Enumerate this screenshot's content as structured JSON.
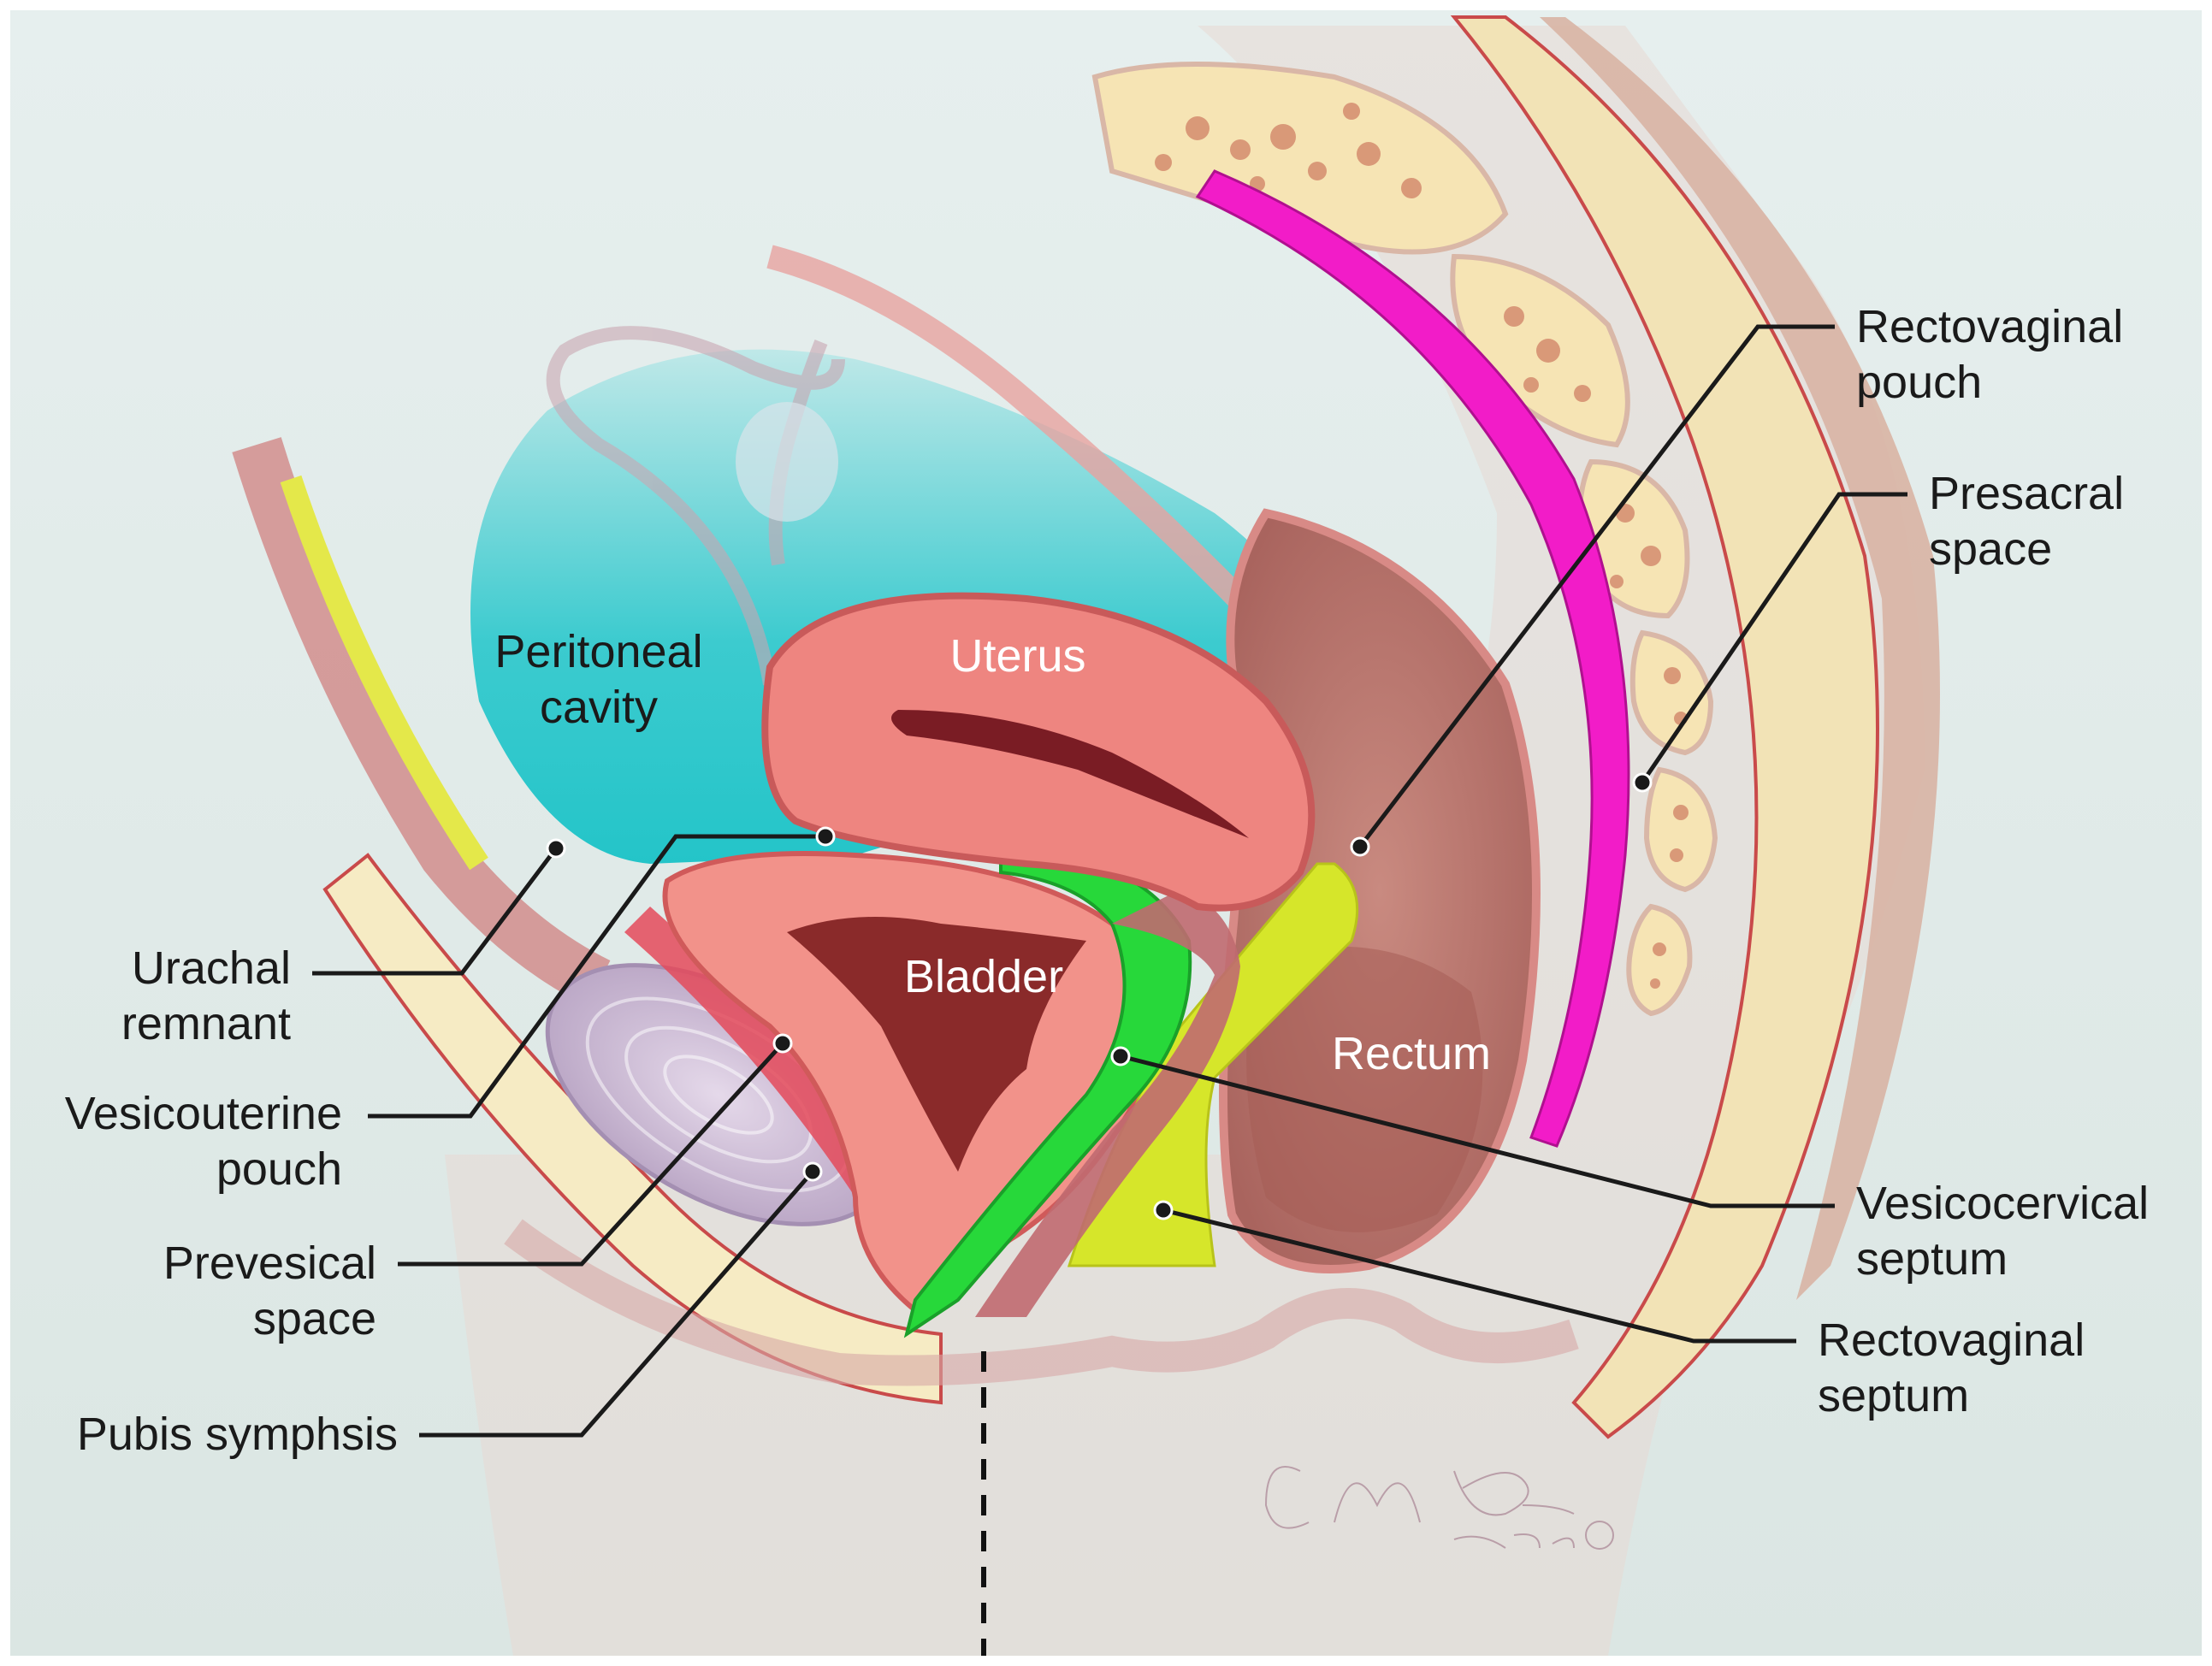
{
  "figure": {
    "organs": {
      "uterus": "Uterus",
      "bladder": "Bladder",
      "rectum": "Rectum",
      "peritoneal_cavity_line1": "Peritoneal",
      "peritoneal_cavity_line2": "cavity"
    },
    "left_labels": {
      "urachal_remnant_line1": "Urachal",
      "urachal_remnant_line2": "remnant",
      "vesicouterine_pouch_line1": "Vesicouterine",
      "vesicouterine_pouch_line2": "pouch",
      "prevesical_space_line1": "Prevesical",
      "prevesical_space_line2": "space",
      "pubis_symphsis": "Pubis symphsis"
    },
    "right_labels": {
      "rectovaginal_pouch_line1": "Rectovaginal",
      "rectovaginal_pouch_line2": "pouch",
      "presacral_space_line1": "Presacral",
      "presacral_space_line2": "space",
      "vesicocervical_septum_line1": "Vesicocervical",
      "vesicocervical_septum_line2": "septum",
      "rectovaginal_septum_line1": "Rectovaginal",
      "rectovaginal_septum_line2": "septum"
    },
    "signature": {
      "name": "C. M. Brown",
      "year": "2020©"
    },
    "colors": {
      "background": "#dfe9e6",
      "peritoneal_cavity": "#2ec8cc",
      "uterus": "#ee8580",
      "bladder": "#f2928a",
      "bladder_lumen": "#8a2a2a",
      "vesicocervical_septum": "#27d83a",
      "rectovaginal_septum": "#d6e62a",
      "urachal_remnant": "#e4e84a",
      "presacral_space": "#f21cc8",
      "rectum": "#b8706a",
      "bone": "#f6e4b4",
      "pubis": "#c9b6d2",
      "fat": "#f6ebc4"
    }
  }
}
